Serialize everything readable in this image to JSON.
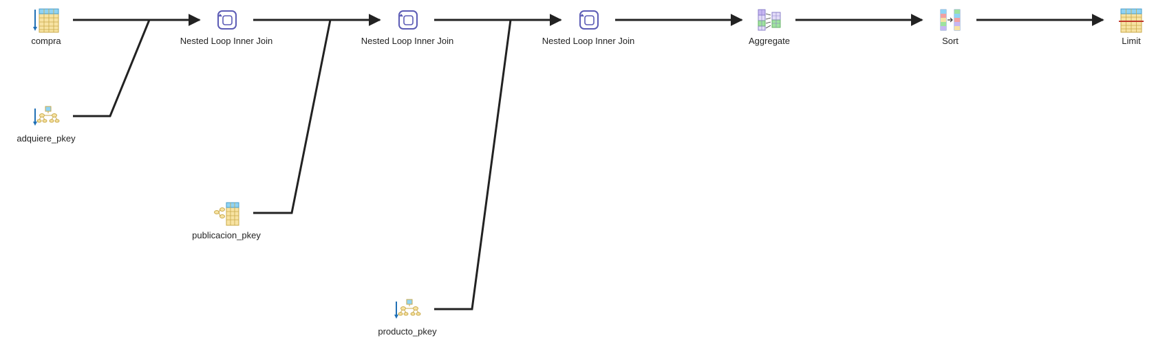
{
  "nodes": {
    "compra": {
      "label": "compra",
      "icon": "seq-scan-icon"
    },
    "adquiere_pkey": {
      "label": "adquiere_pkey",
      "icon": "index-scan-icon"
    },
    "nlj1": {
      "label": "Nested Loop Inner Join",
      "icon": "nested-loop-icon"
    },
    "publicacion_pkey": {
      "label": "publicacion_pkey",
      "icon": "index-scan-icon"
    },
    "nlj2": {
      "label": "Nested Loop Inner Join",
      "icon": "nested-loop-icon"
    },
    "producto_pkey": {
      "label": "producto_pkey",
      "icon": "index-scan-icon"
    },
    "nlj3": {
      "label": "Nested Loop Inner Join",
      "icon": "nested-loop-icon"
    },
    "aggregate": {
      "label": "Aggregate",
      "icon": "aggregate-icon"
    },
    "sort": {
      "label": "Sort",
      "icon": "sort-icon"
    },
    "limit": {
      "label": "Limit",
      "icon": "limit-icon"
    }
  },
  "edges": [
    {
      "from": "compra",
      "to": "nlj1"
    },
    {
      "from": "adquiere_pkey",
      "to": "nlj1"
    },
    {
      "from": "nlj1",
      "to": "nlj2"
    },
    {
      "from": "publicacion_pkey",
      "to": "nlj2"
    },
    {
      "from": "nlj2",
      "to": "nlj3"
    },
    {
      "from": "producto_pkey",
      "to": "nlj3"
    },
    {
      "from": "nlj3",
      "to": "aggregate"
    },
    {
      "from": "aggregate",
      "to": "sort"
    },
    {
      "from": "sort",
      "to": "limit"
    }
  ],
  "colors": {
    "edge": "#222222",
    "table_header": "#8fd3f4",
    "table_body": "#f7e3a3",
    "table_grid": "#c9a94a",
    "accent_blue": "#1f6fb5",
    "loop_purple": "#5b5bb5"
  }
}
